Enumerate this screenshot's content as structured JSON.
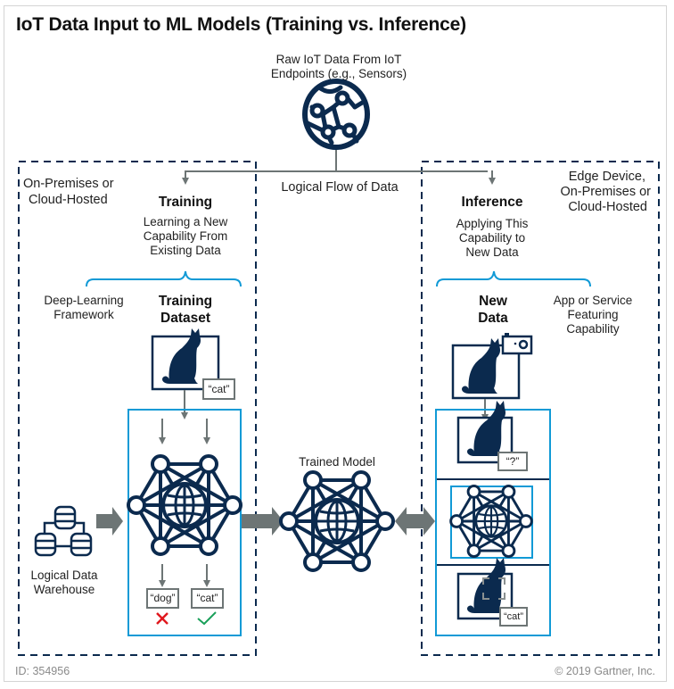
{
  "title": "IoT Data Input to ML Models (Training vs. Inference)",
  "source": {
    "label_line1": "Raw IoT Data From IoT",
    "label_line2": "Endpoints (e.g., Sensors)",
    "icon": "iot-network-globe-icon"
  },
  "flow_label": "Logical Flow of Data",
  "training_zone": {
    "location_line1": "On-Premises or",
    "location_line2": "Cloud-Hosted",
    "heading": "Training",
    "desc_line1": "Learning a New",
    "desc_line2": "Capability From",
    "desc_line3": "Existing Data",
    "framework_line1": "Deep-Learning",
    "framework_line2": "Framework",
    "dataset_line1": "Training",
    "dataset_line2": "Dataset",
    "dataset_tag": "“cat”",
    "outputs": [
      {
        "tag": "“dog”",
        "result": "incorrect",
        "icon": "x-icon",
        "color": "#e0181e"
      },
      {
        "tag": "“cat”",
        "result": "correct",
        "icon": "check-icon",
        "color": "#1aa05a"
      }
    ],
    "warehouse_line1": "Logical Data",
    "warehouse_line2": "Warehouse"
  },
  "trained_model": {
    "label": "Trained Model"
  },
  "inference_zone": {
    "location_line1": "Edge Device,",
    "location_line2": "On-Premises or",
    "location_line3": "Cloud-Hosted",
    "heading": "Inference",
    "desc_line1": "Applying This",
    "desc_line2": "Capability to",
    "desc_line3": "New Data",
    "new_data_line1": "New",
    "new_data_line2": "Data",
    "app_line1": "App or Service",
    "app_line2": "Featuring",
    "app_line3": "Capability",
    "unknown_tag": "“?”",
    "result_tag": "“cat”"
  },
  "footer": {
    "id": "ID: 354956",
    "copyright": "© 2019 Gartner, Inc."
  },
  "colors": {
    "navy": "#0b2a4e",
    "cyan": "#119ad6",
    "gray_arrow": "#6d7575",
    "dashed_border": "#0b2a4e"
  }
}
